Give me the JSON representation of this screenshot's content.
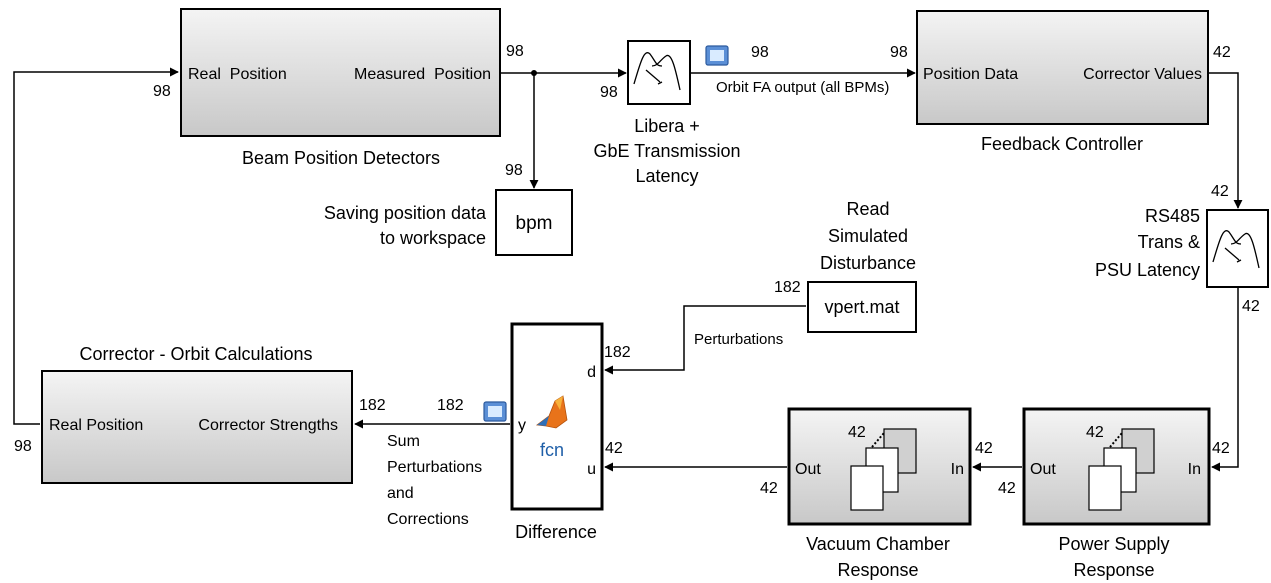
{
  "blocks": {
    "bpd": {
      "caption": "Beam Position Detectors",
      "in_port": "Real  Position",
      "out_port": "Measured  Position"
    },
    "libera": {
      "caption_lines": [
        "Libera +",
        "GbE Transmission",
        "Latency"
      ]
    },
    "feedback": {
      "caption": "Feedback Controller",
      "in_port": "Position Data",
      "out_port": "Corrector Values"
    },
    "bpm": {
      "label": "bpm",
      "caption_lines": [
        "Saving position data",
        "to workspace"
      ]
    },
    "rs485": {
      "caption_lines": [
        "RS485",
        "Trans &",
        "PSU Latency"
      ]
    },
    "vpert": {
      "label": "vpert.mat",
      "caption_lines": [
        "Read",
        "Simulated",
        "Disturbance"
      ]
    },
    "difference": {
      "caption": "Difference",
      "port_y": "y",
      "port_d": "d",
      "port_u": "u",
      "fcn": "fcn"
    },
    "corrector": {
      "title": "Corrector - Orbit Calculations",
      "in_port": "Real Position",
      "out_port": "Corrector Strengths"
    },
    "vacuum": {
      "caption_lines": [
        "Vacuum Chamber",
        "Response"
      ],
      "port_out": "Out",
      "port_in": "In",
      "inner_dim": "42"
    },
    "psu": {
      "caption_lines": [
        "Power Supply",
        "Response"
      ],
      "port_out": "Out",
      "port_in": "In",
      "inner_dim": "42"
    }
  },
  "signals": {
    "bpd_out_dim": "98",
    "bpm_in_dim": "98",
    "libera_in_dim": "98",
    "libera_out_dim": "98",
    "orbit_label": "Orbit FA output (all BPMs)",
    "feedback_in_dim": "98",
    "feedback_out_dim": "42",
    "rs485_in_dim": "42",
    "rs485_out_dim": "42",
    "psu_in_dim": "42",
    "psu_out_dim": "42",
    "vacuum_in_dim": "42",
    "vacuum_out_dim": "42",
    "diff_u_dim": "42",
    "vpert_out_dim": "182",
    "perturbations_label": "Perturbations",
    "diff_d_dim": "182",
    "diff_out_dim": "182",
    "corrector_in_dim": "182",
    "sum_label_lines": [
      "Sum",
      "Perturbations",
      "and",
      "Corrections"
    ],
    "corrector_out_dim": "98",
    "bpd_in_dim": "98"
  }
}
